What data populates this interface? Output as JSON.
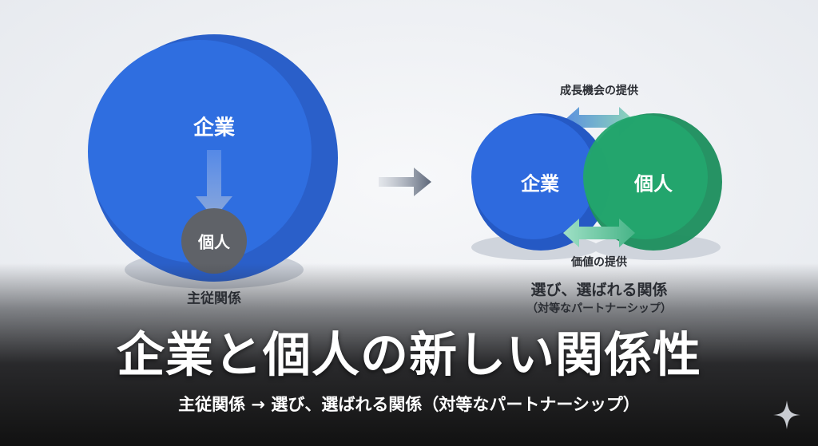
{
  "left_diagram": {
    "company_label": "企業",
    "individual_label": "個人",
    "caption": "主従関係"
  },
  "right_diagram": {
    "company_label": "企業",
    "individual_label": "個人",
    "top_arrow_label": "成長機会の提供",
    "bottom_arrow_label": "価値の提供",
    "caption": "選び、選ばれる関係",
    "caption_sub": "（対等なパートナーシップ）"
  },
  "title": "企業と個人の新しい関係性",
  "subtitle": "主従関係 → 選び、選ばれる関係（対等なパートナーシップ）",
  "colors": {
    "blue": "#2f6ee0",
    "green": "#23a56e",
    "gray": "#5f6268",
    "background": "#f1f3f6"
  },
  "icons": {
    "watermark": "sparkle-icon"
  }
}
